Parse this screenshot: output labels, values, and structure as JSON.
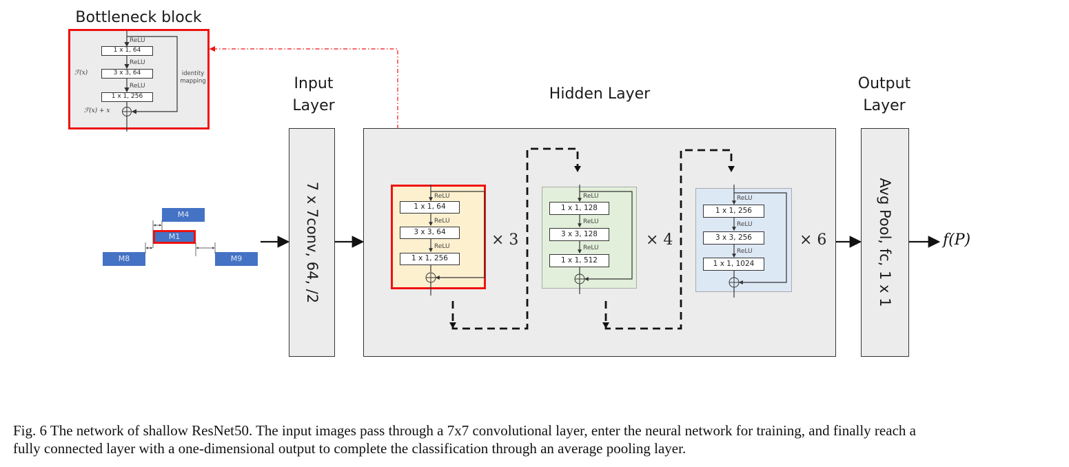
{
  "bottleneck": {
    "title": "Bottleneck block",
    "relu": [
      "ReLU",
      "ReLU",
      "ReLU"
    ],
    "layers": [
      "1 x 1, 64",
      "3 x 3, 64",
      "1 x 1, 256"
    ],
    "fx_label": "ℱ(x)",
    "sum_label": "ℱ(x) + x",
    "identity_label": "identity mapping",
    "highlight_color": "#ee1111"
  },
  "inputs": {
    "blocks": [
      "M4",
      "M1",
      "M8",
      "M9"
    ],
    "block_color": "#4472c4",
    "selected": "M1"
  },
  "input_layer": {
    "title_line1": "Input",
    "title_line2": "Layer",
    "content": "7 x 7conv, 64, /2"
  },
  "hidden_layer": {
    "title": "Hidden Layer",
    "stages": [
      {
        "relu": [
          "ReLU",
          "ReLU",
          "ReLU"
        ],
        "layers": [
          "1 x 1, 64",
          "3 x 3, 64",
          "1 x 1, 256"
        ],
        "repeat": "× 3",
        "fill": "#fdf0cf"
      },
      {
        "relu": [
          "ReLU",
          "ReLU",
          "ReLU"
        ],
        "layers": [
          "1 x 1, 128",
          "3 x 3, 128",
          "1 x 1, 512"
        ],
        "repeat": "× 4",
        "fill": "#e2efda"
      },
      {
        "relu": [
          "ReLU",
          "ReLU",
          "ReLU"
        ],
        "layers": [
          "1 x 1, 256",
          "3 x 3, 256",
          "1 x 1, 1024"
        ],
        "repeat": "× 6",
        "fill": "#dde8f5"
      }
    ]
  },
  "output_layer": {
    "title_line1": "Output",
    "title_line2": "Layer",
    "content": "Avg Pool, fc, 1 x 1",
    "output_label": "f(P)"
  },
  "caption": {
    "line1": "Fig. 6 The network of shallow ResNet50. The input images pass through a 7x7 convolutional layer, enter the neural network for training, and finally reach a",
    "line2": "fully connected layer with a one-dimensional output to complete the classification through an average pooling layer."
  }
}
